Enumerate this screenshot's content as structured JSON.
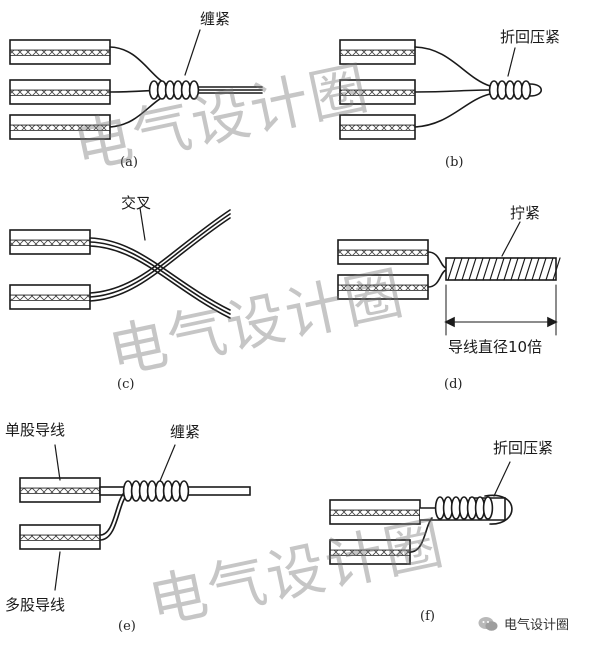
{
  "labels": {
    "a_tighten": "缠紧",
    "b_fold": "折回压紧",
    "c_cross": "交叉",
    "d_twist": "拧紧",
    "d_length": "导线直径10倍",
    "e_single": "单股导线",
    "e_tighten": "缠紧",
    "e_multi": "多股导线",
    "f_fold": "折回压紧"
  },
  "sublabels": {
    "a": "(a)",
    "b": "(b)",
    "c": "(c)",
    "d": "(d)",
    "e": "(e)",
    "f": "(f)"
  },
  "watermark": "电气设计圈",
  "logo_text": "电气设计圈",
  "colors": {
    "ink": "#1a1a1a",
    "watermark": "#8a8a8a"
  }
}
